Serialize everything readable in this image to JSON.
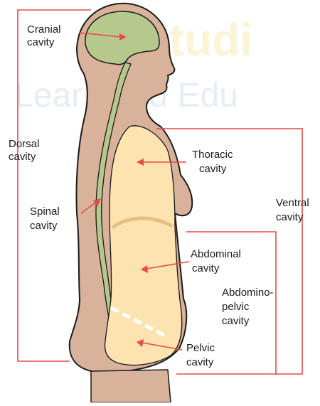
{
  "watermark": {
    "top": "Studi",
    "bottom": "Learn and Edu"
  },
  "labels": {
    "cranial": [
      "Cranial",
      "cavity"
    ],
    "dorsal": [
      "Dorsal",
      "cavity"
    ],
    "thoracic": [
      "Thoracic",
      "cavity"
    ],
    "ventral": [
      "Ventral",
      "cavity"
    ],
    "spinal": [
      "Spinal",
      "cavity"
    ],
    "abdominal": [
      "Abdominal",
      "cavity"
    ],
    "abdominopelvic": [
      "Abdomino-",
      "pelvic",
      "cavity"
    ],
    "pelvic": [
      "Pelvic",
      "cavity"
    ]
  },
  "colors": {
    "skin": "#d9b29c",
    "outline": "#1a1a1a",
    "nervous": "#b7c88c",
    "organ_cavity": "#fde3b0",
    "diaphragm": "#e7c07f",
    "leader": "#e64a4a"
  }
}
